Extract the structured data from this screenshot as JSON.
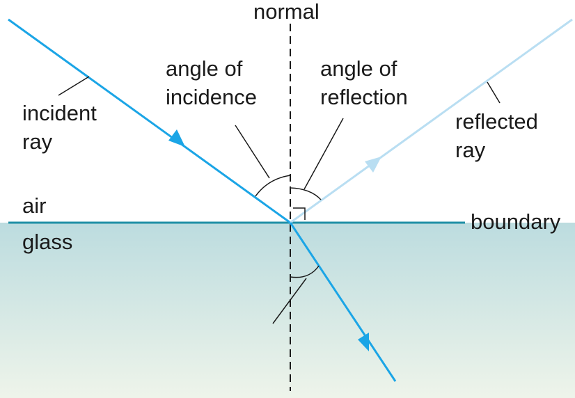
{
  "labels": {
    "normal": "normal",
    "angle_of_incidence": [
      "angle of",
      "incidence"
    ],
    "angle_of_reflection": [
      "angle of",
      "reflection"
    ],
    "incident_ray": [
      "incident",
      "ray"
    ],
    "reflected_ray": [
      "reflected",
      "ray"
    ],
    "air": "air",
    "glass": "glass",
    "boundary": "boundary"
  },
  "colors": {
    "incident_ray": "#1ba5e6",
    "reflected_ray": "#b9def2",
    "refracted_ray": "#1ba5e6",
    "boundary": "#1f8fa6",
    "glass_top": "#bcdcdf",
    "glass_bottom": "#eef4ea",
    "lines": "#1a1a1a"
  }
}
